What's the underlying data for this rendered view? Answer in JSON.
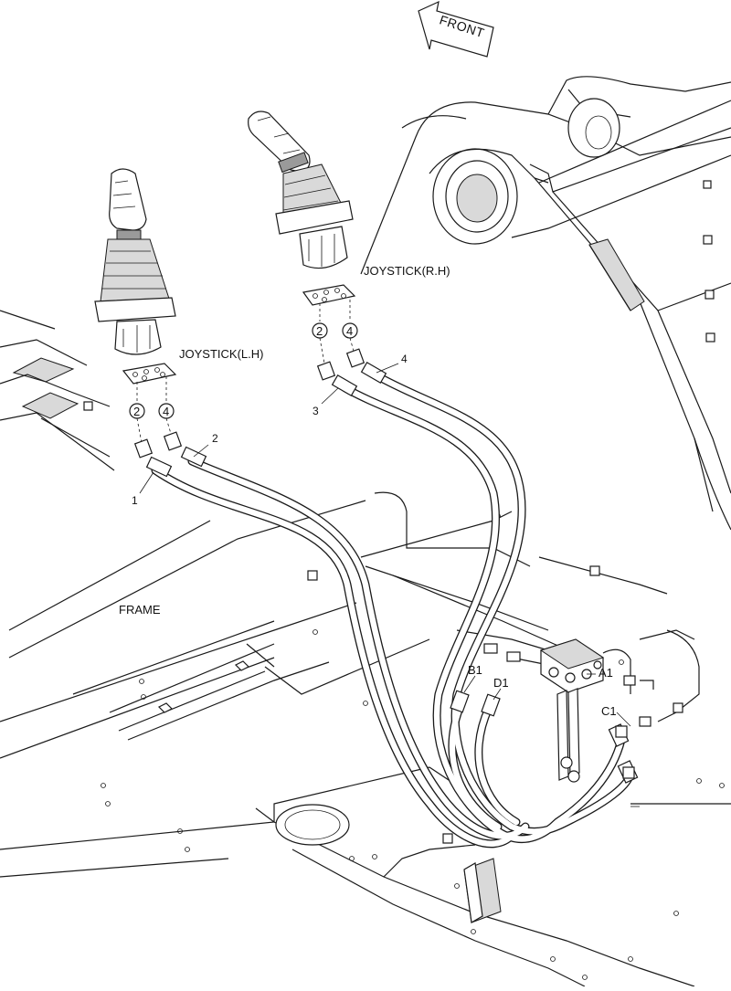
{
  "labels": {
    "front": "FRONT",
    "joystick_lh": "JOYSTICK(L.H)",
    "joystick_rh": "JOYSTICK(R.H)",
    "frame": "FRAME"
  },
  "callouts": {
    "hose_1": "1",
    "hose_2": "2",
    "hose_3": "3",
    "hose_4": "4",
    "lh_port_2": "2",
    "lh_port_4": "4",
    "rh_port_2": "2",
    "rh_port_4": "4"
  },
  "ports": {
    "a1": "A1",
    "b1": "B1",
    "c1": "C1",
    "d1": "D1"
  }
}
